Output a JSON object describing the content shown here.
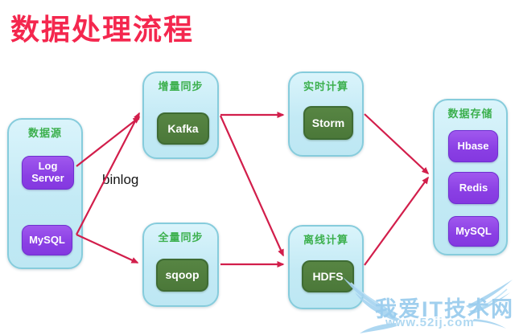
{
  "title": "数据处理流程",
  "binlog_label": "binlog",
  "groups": [
    {
      "id": "data-source",
      "label": "数据源",
      "nodes": [
        "Log Server",
        "MySQL"
      ]
    },
    {
      "id": "incremental-sync",
      "label": "增量同步",
      "nodes": [
        "Kafka"
      ]
    },
    {
      "id": "full-sync",
      "label": "全量同步",
      "nodes": [
        "sqoop"
      ]
    },
    {
      "id": "realtime-compute",
      "label": "实时计算",
      "nodes": [
        "Storm"
      ]
    },
    {
      "id": "offline-compute",
      "label": "离线计算",
      "nodes": [
        "HDFS"
      ]
    },
    {
      "id": "data-storage",
      "label": "数据存储",
      "nodes": [
        "Hbase",
        "Redis",
        "MySQL"
      ]
    }
  ],
  "edges": [
    {
      "from": "Log Server",
      "to": "增量同步"
    },
    {
      "from": "MySQL",
      "to": "增量同步",
      "label": "binlog"
    },
    {
      "from": "MySQL",
      "to": "全量同步"
    },
    {
      "from": "增量同步",
      "to": "实时计算"
    },
    {
      "from": "增量同步",
      "to": "离线计算"
    },
    {
      "from": "全量同步",
      "to": "离线计算"
    },
    {
      "from": "实时计算",
      "to": "数据存储"
    },
    {
      "from": "离线计算",
      "to": "数据存储"
    }
  ],
  "watermark": {
    "name": "我爱IT技术网",
    "url": "www.52ij.com"
  },
  "colors": {
    "title": "#f4274e",
    "arrow": "#d21e4b",
    "container_fill": "#c3eaf5",
    "container_border": "#86ccdc",
    "group_label": "#3cb04e",
    "node_purple": "#8a3fe4",
    "node_green": "#4b7839",
    "watermark_blue": "#9bcdee"
  }
}
